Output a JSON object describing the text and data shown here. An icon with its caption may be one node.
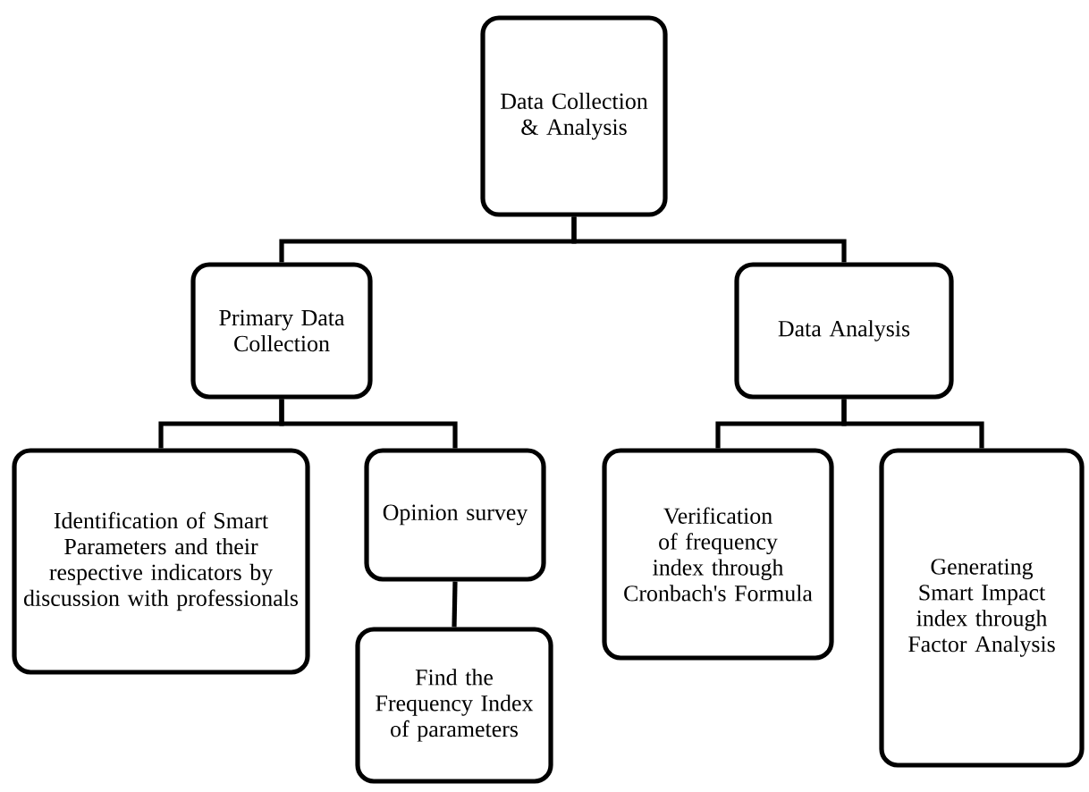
{
  "diagram": {
    "nodes": [
      {
        "text": [
          "Data Collection & Analysis"
        ]
      },
      {
        "text": [
          "Primary Data Collection"
        ]
      },
      {
        "text": [
          "Data Analysis"
        ]
      },
      {
        "text": [
          "Identification of Smart Parameters and their respective indicators by discussion with professionals"
        ]
      },
      {
        "text": [
          "Opinion survey"
        ]
      },
      {
        "text": [
          "Find the Frequency Index of parameters"
        ]
      },
      {
        "text": [
          "Verification of frequency index through Cronbach's Formula"
        ]
      },
      {
        "text": [
          "Generating Smart Impact index through Factor Analysis"
        ]
      }
    ],
    "edges": [
      {
        "from": 0,
        "to": 1,
        "arrow": "none"
      },
      {
        "from": 0,
        "to": 2,
        "arrow": "none"
      },
      {
        "from": 1,
        "to": 3,
        "arrow": "none"
      },
      {
        "from": 1,
        "to": 4,
        "arrow": "none"
      },
      {
        "from": 2,
        "to": 6,
        "arrow": "none"
      },
      {
        "from": 2,
        "to": 7,
        "arrow": "none"
      },
      {
        "from": 4,
        "to": 5,
        "arrow": "none"
      }
    ]
  }
}
